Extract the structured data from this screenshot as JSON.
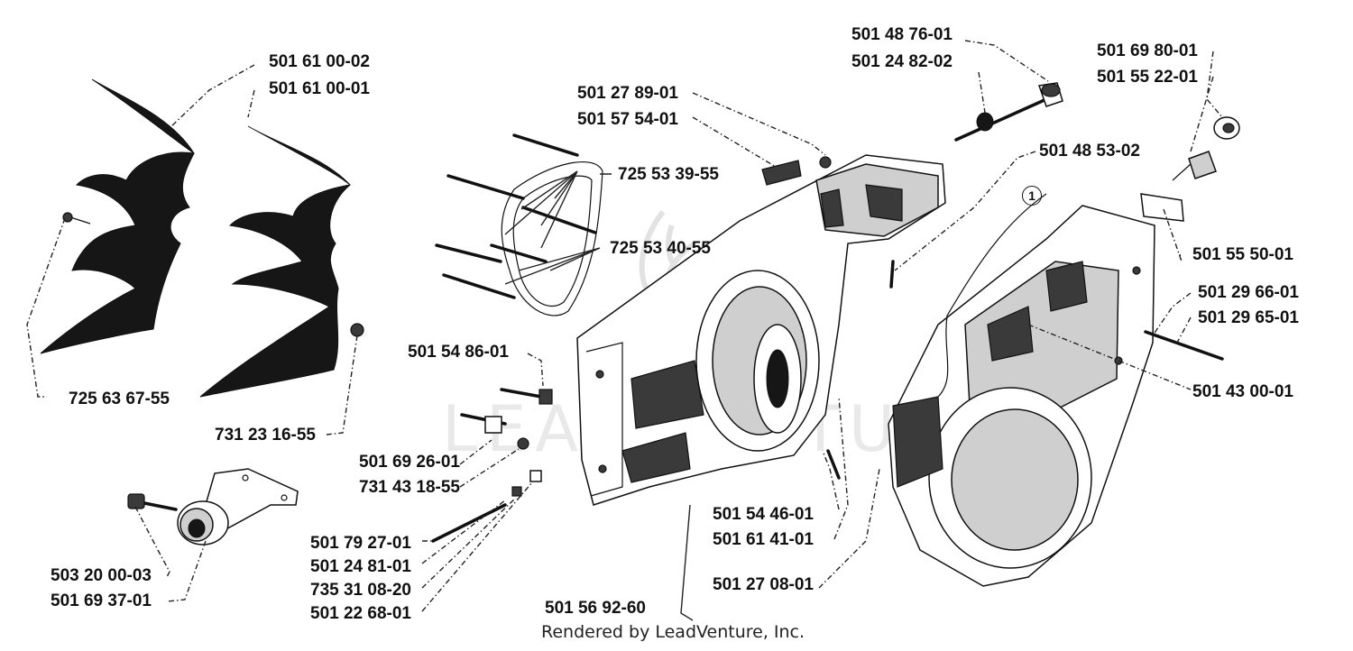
{
  "watermark": "LEADVENTURE",
  "footer": "Rendered by LeadVenture, Inc.",
  "reference_mark": "1",
  "labels": {
    "p_501610002": "501 61 00-02",
    "p_501610001": "501 61 00-01",
    "p_725636755": "725 63 67-55",
    "p_731231655": "731 23 16-55",
    "p_503200003": "503 20 00-03",
    "p_501693701": "501 69 37-01",
    "p_501278901": "501 27 89-01",
    "p_501575401": "501 57 54-01",
    "p_725533955": "725 53 39-55",
    "p_725534055": "725 53 40-55",
    "p_501487601": "501 48 76-01",
    "p_501248202": "501 24 82-02",
    "p_501698001": "501 69 80-01",
    "p_501552201": "501 55 22-01",
    "p_501485302": "501 48 53-02",
    "p_501555001": "501 55 50-01",
    "p_501296601": "501 29 66-01",
    "p_501296501": "501 29 65-01",
    "p_501430001": "501 43 00-01",
    "p_501548601": "501 54 86-01",
    "p_501692601": "501 69 26-01",
    "p_731431855": "731 43 18-55",
    "p_501792701": "501 79 27-01",
    "p_501248101": "501 24 81-01",
    "p_735310820": "735 31 08-20",
    "p_501226801": "501 22 68-01",
    "p_501569260": "501 56 92-60",
    "p_501544601": "501 54 46-01",
    "p_501614101": "501 61 41-01",
    "p_501270801": "501 27 08-01"
  }
}
